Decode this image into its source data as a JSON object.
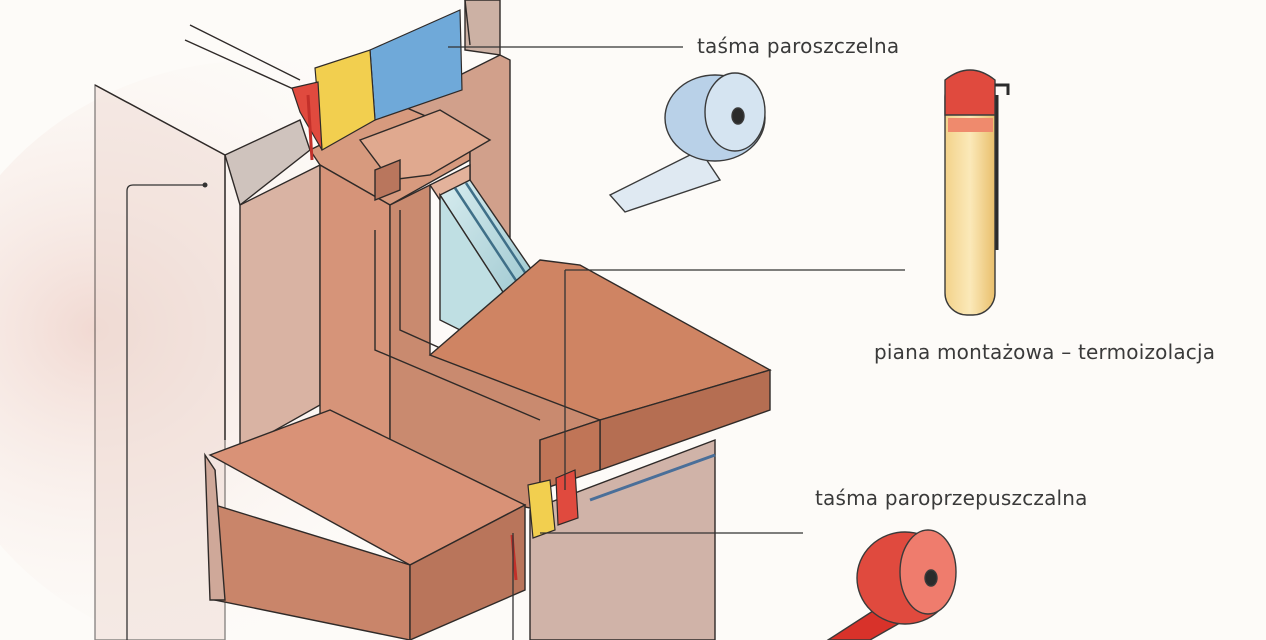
{
  "labels": {
    "vapor_tight_tape": "taśma paroszczelna",
    "mounting_foam": "piana montażowa – termoizolacja",
    "vapor_permeable_tape": "taśma paroprzepuszczalna"
  },
  "colors": {
    "background": "#fdfbf8",
    "wall": "#e6cfc5",
    "frame_wood": "#c98a6f",
    "sill": "#cf8463",
    "glass": "#a9cfd6",
    "vapor_tight_tape": "#7fb0d8",
    "foam": "#f2cf6a",
    "vapor_permeable_tape": "#e0443a",
    "leader_line": "#333333"
  },
  "icons": [
    "vapor-tight-tape-roll-icon",
    "foam-can-icon",
    "vapor-permeable-tape-roll-icon"
  ]
}
